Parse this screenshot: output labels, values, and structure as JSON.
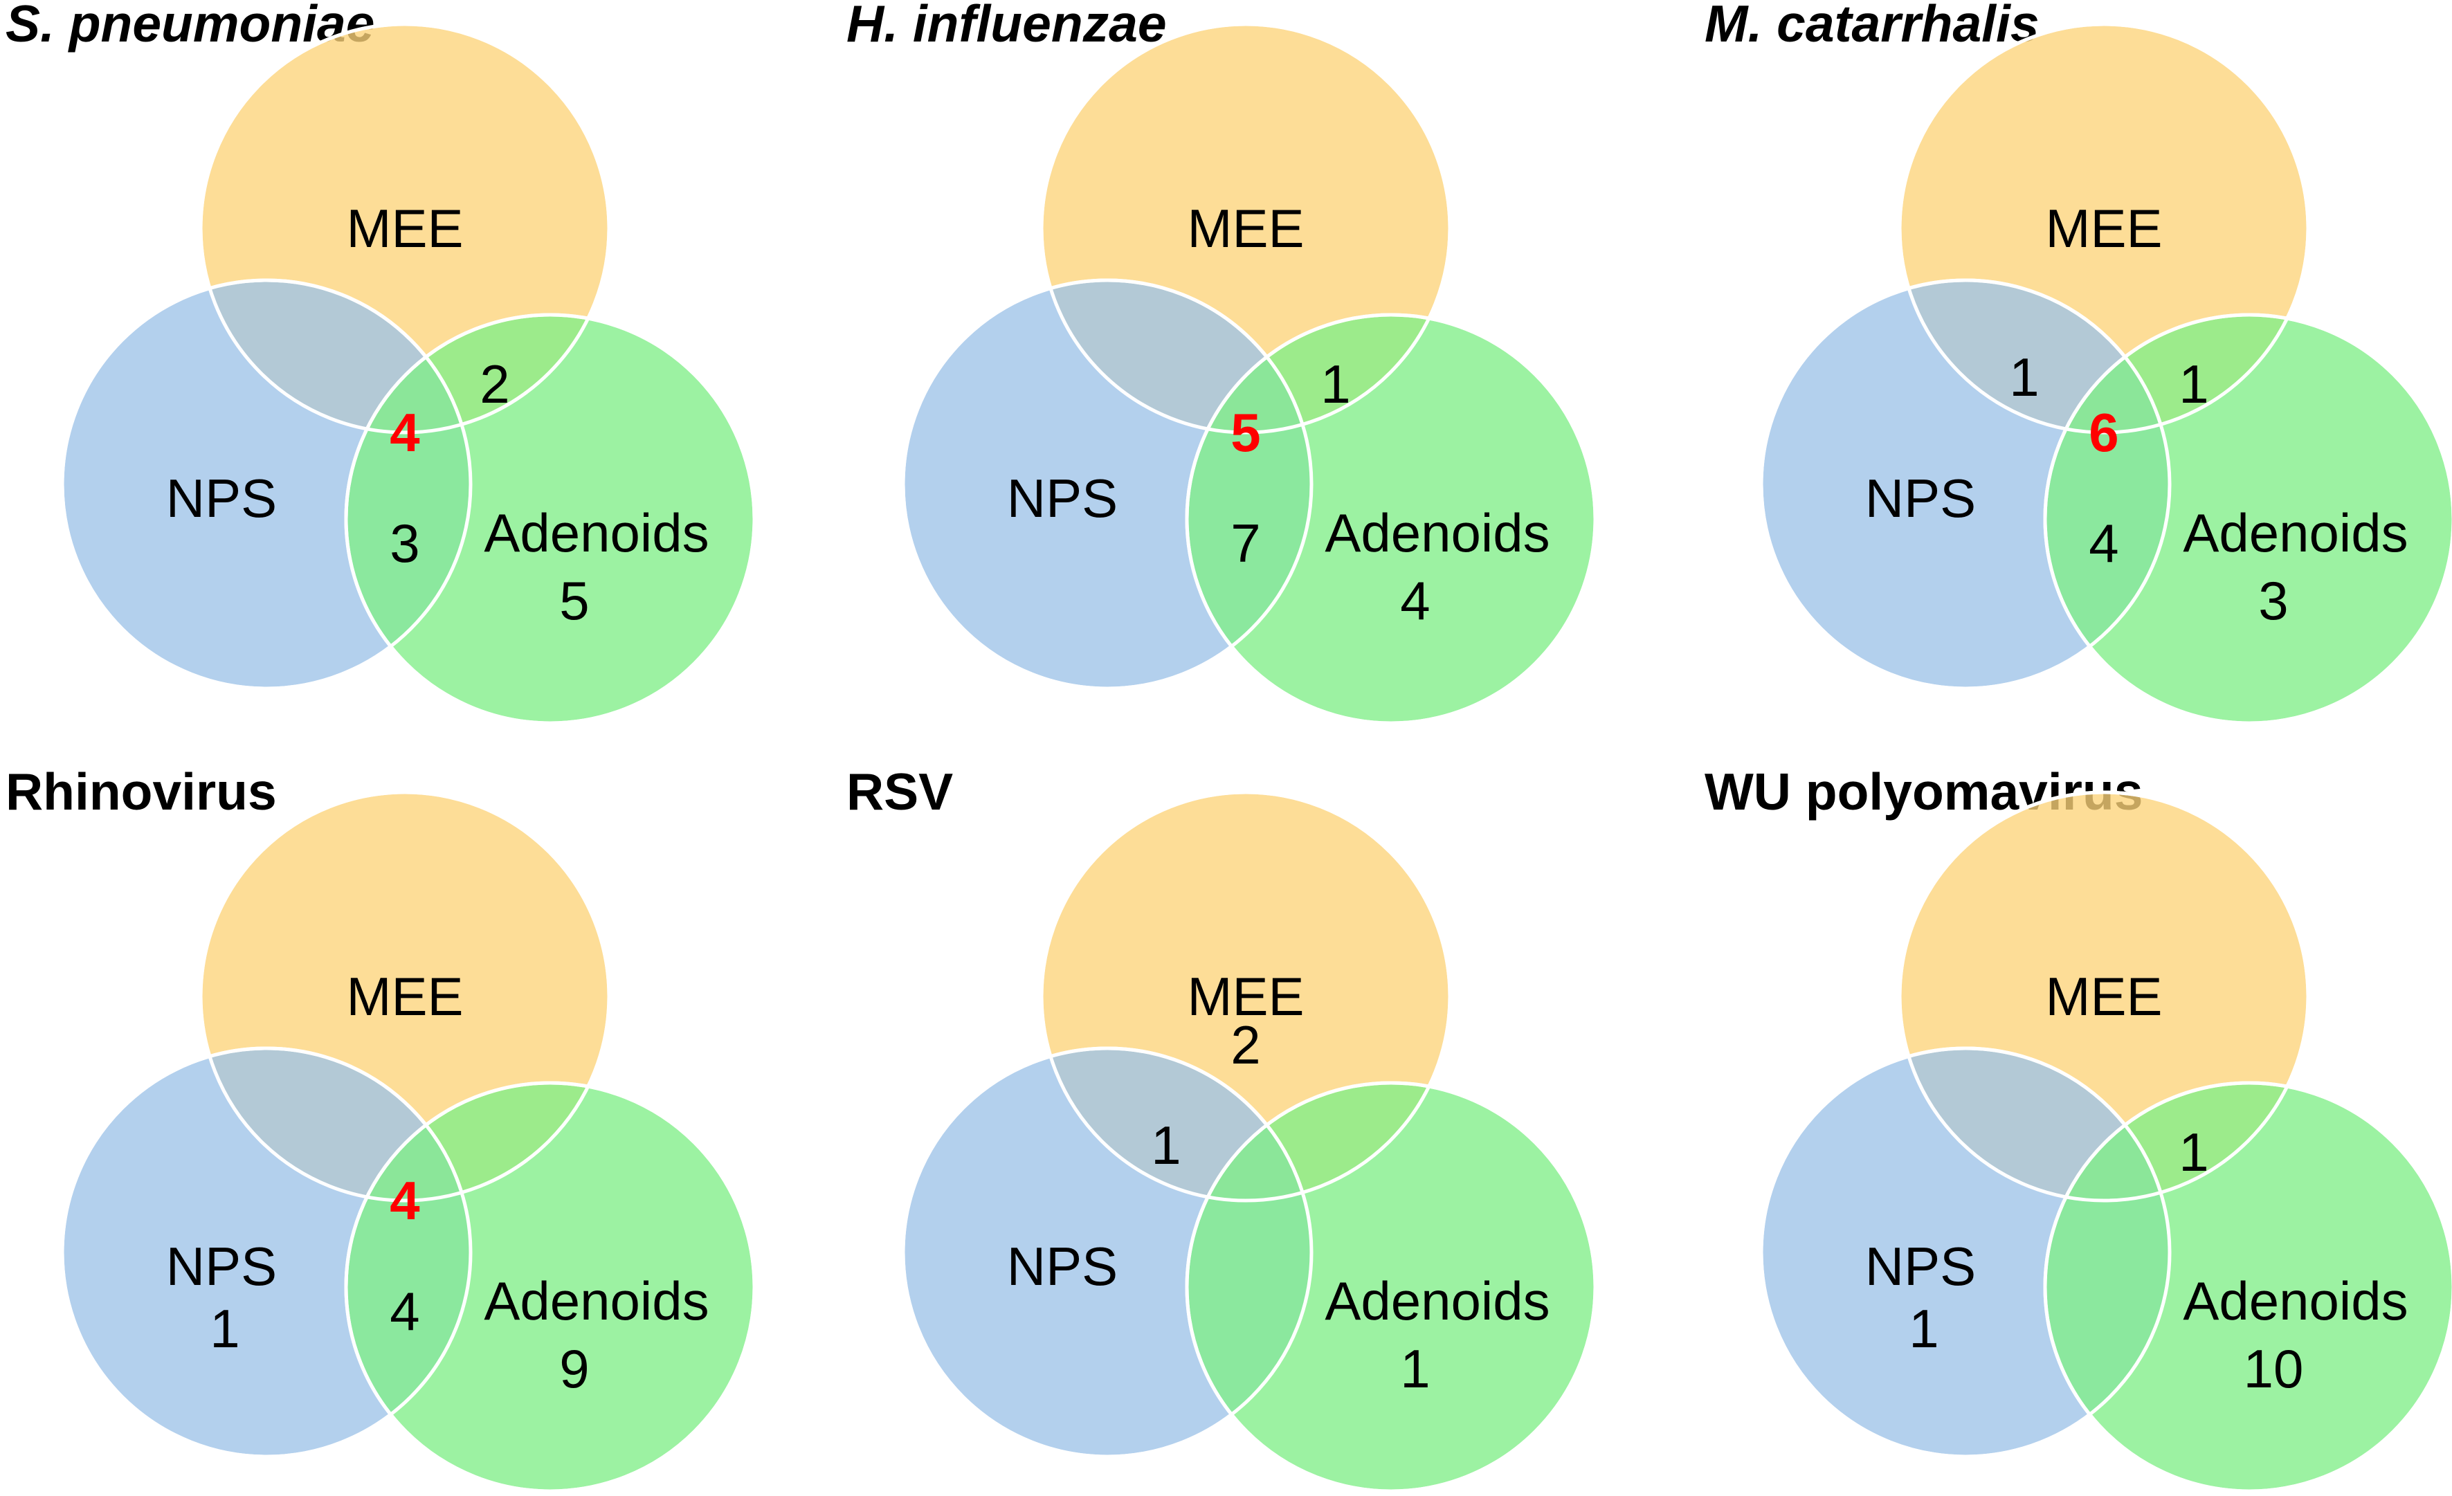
{
  "colors": {
    "mee": "#fcd37a",
    "nps": "#9ec3e8",
    "adenoids": "#80ee88",
    "highlight": "#ff0000",
    "text": "#000000"
  },
  "panels": [
    {
      "title": "S. pneumoniae",
      "italic": true,
      "labels": {
        "mee": "MEE",
        "nps": "NPS",
        "adenoids": "Adenoids"
      },
      "counts": {
        "mee_only": "",
        "nps_only": "",
        "ade_only": "5",
        "mee_nps": "",
        "mee_ade": "2",
        "nps_ade": "3",
        "all": "4"
      }
    },
    {
      "title": "H. influenzae",
      "italic": true,
      "labels": {
        "mee": "MEE",
        "nps": "NPS",
        "adenoids": "Adenoids"
      },
      "counts": {
        "mee_only": "",
        "nps_only": "",
        "ade_only": "4",
        "mee_nps": "",
        "mee_ade": "1",
        "nps_ade": "7",
        "all": "5"
      }
    },
    {
      "title": "M. catarrhalis",
      "italic": true,
      "labels": {
        "mee": "MEE",
        "nps": "NPS",
        "adenoids": "Adenoids"
      },
      "counts": {
        "mee_only": "",
        "nps_only": "",
        "ade_only": "3",
        "mee_nps": "1",
        "mee_ade": "1",
        "nps_ade": "4",
        "all": "6"
      }
    },
    {
      "title": "Rhinovirus",
      "italic": false,
      "labels": {
        "mee": "MEE",
        "nps": "NPS",
        "adenoids": "Adenoids"
      },
      "counts": {
        "mee_only": "",
        "nps_only": "1",
        "ade_only": "9",
        "mee_nps": "",
        "mee_ade": "",
        "nps_ade": "4",
        "all": "4"
      }
    },
    {
      "title": "RSV",
      "italic": false,
      "labels": {
        "mee": "MEE",
        "nps": "NPS",
        "adenoids": "Adenoids"
      },
      "counts": {
        "mee_only": "2",
        "nps_only": "",
        "ade_only": "1",
        "mee_nps": "1",
        "mee_ade": "",
        "nps_ade": "",
        "all": ""
      }
    },
    {
      "title": "WU polyomavirus",
      "italic": false,
      "labels": {
        "mee": "MEE",
        "nps": "NPS",
        "adenoids": "Adenoids"
      },
      "counts": {
        "mee_only": "",
        "nps_only": "1",
        "ade_only": "10",
        "mee_nps": "",
        "mee_ade": "1",
        "nps_ade": "",
        "all": ""
      }
    }
  ]
}
